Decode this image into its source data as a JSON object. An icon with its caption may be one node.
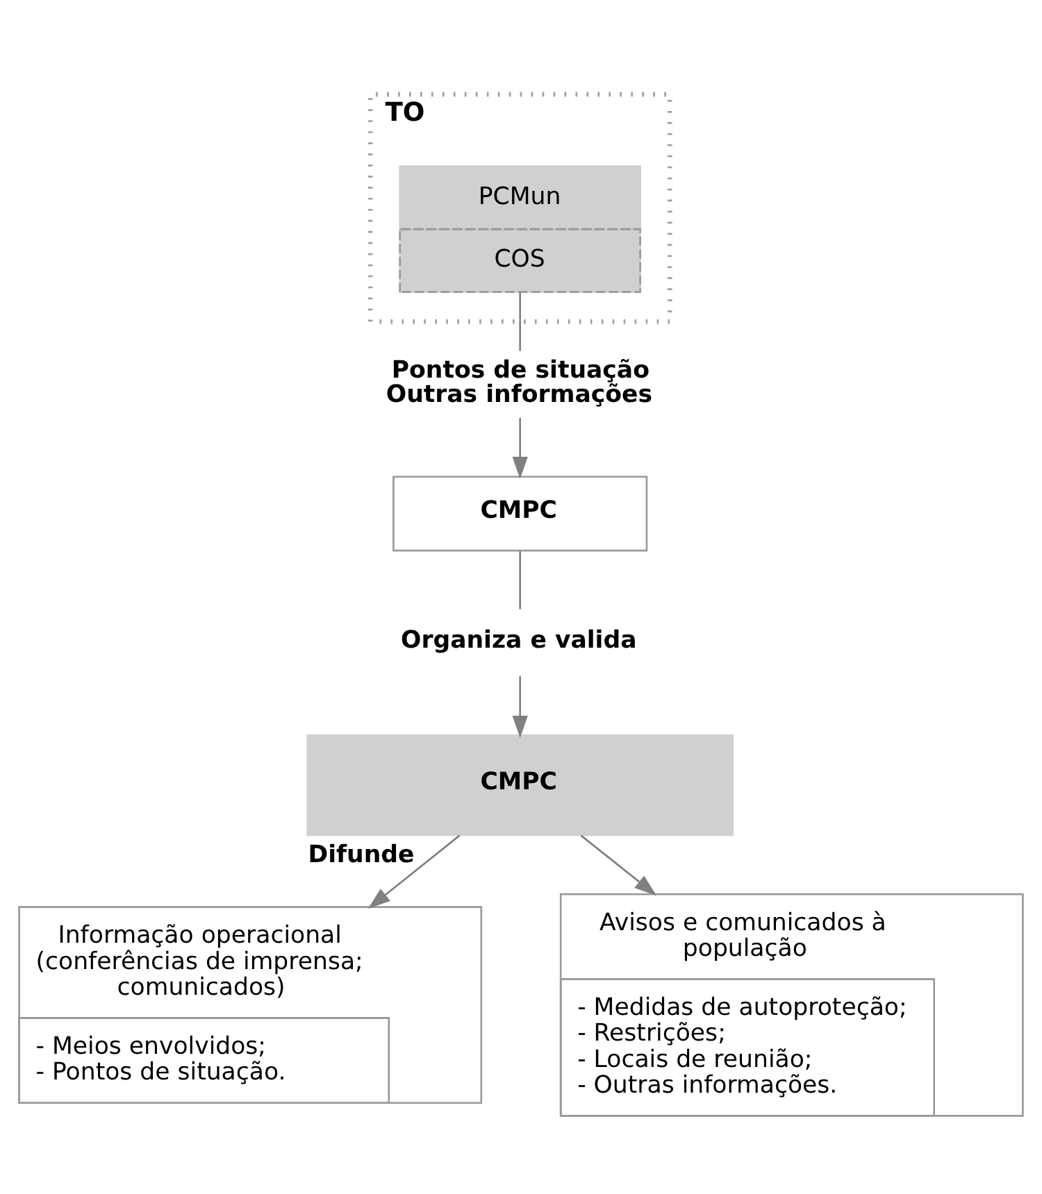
{
  "diagram": {
    "nodes": [
      {
        "text": [
          "TO"
        ]
      },
      {
        "text": [
          "PCMun",
          "COS"
        ],
        "in": 0
      },
      {
        "text": [
          "Pontos de situação",
          "Outras informações"
        ]
      },
      {
        "text": [
          "CMPC"
        ]
      },
      {
        "text": [
          "Organiza e valida"
        ]
      },
      {
        "text": [
          "CMPC"
        ]
      },
      {
        "text": [
          "Informação operacional (conferências de imprensa; comunicados)",
          "- Meios envolvidos;",
          "- Pontos de situação."
        ]
      },
      {
        "text": [
          "Avisos e comunicados à população",
          "- Medidas de autoproteção;",
          "- Restrições;",
          "- Locais de reunião;",
          "- Outras informações."
        ]
      }
    ],
    "edges": [
      {
        "from": 1,
        "to": 2,
        "arrow": "none"
      },
      {
        "from": 2,
        "to": 3,
        "arrow": "to"
      },
      {
        "from": 3,
        "to": 4,
        "arrow": "none"
      },
      {
        "from": 4,
        "to": 5,
        "arrow": "to"
      },
      {
        "from": 5,
        "to": 6,
        "arrow": "to",
        "label": "Difunde"
      },
      {
        "from": 5,
        "to": 7,
        "arrow": "to"
      }
    ]
  }
}
